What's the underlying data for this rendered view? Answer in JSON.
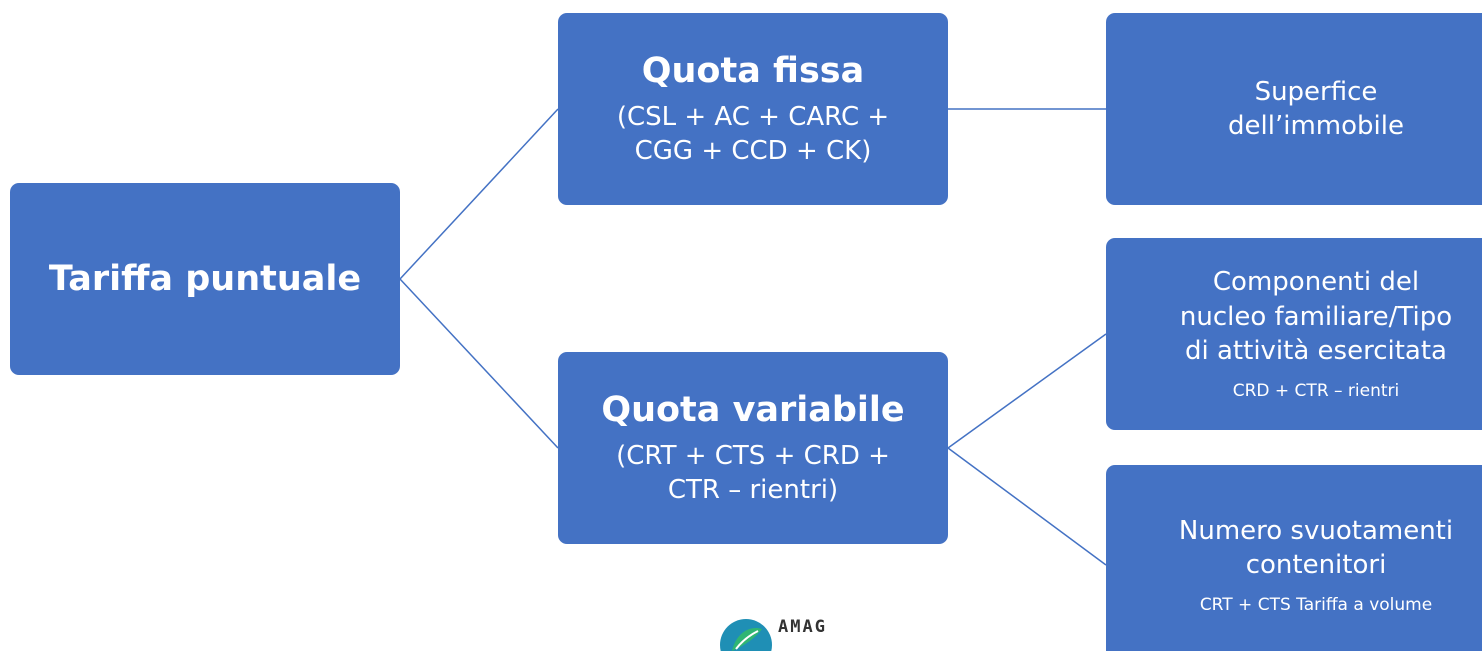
{
  "root": {
    "label": "Tariffa puntuale"
  },
  "fixed_quota": {
    "title": "Quota fissa",
    "formula": "(CSL + AC + CARC +\nCGG + CCD + CK)"
  },
  "variable_quota": {
    "title": "Quota variabile",
    "formula": "(CRT + CTS + CRD +\nCTR – rientri)"
  },
  "leaves": {
    "surface": {
      "main": "Superfice\ndell’immobile"
    },
    "household": {
      "main": "Componenti del\nnucleo familiare/Tipo\ndi attività esercitata",
      "note": "CRD + CTR – rientri"
    },
    "emptying": {
      "main": "Numero svuotamenti\ncontenitori",
      "note": "CRT + CTS Tariffa a volume"
    }
  },
  "logo": {
    "text": "AMAG"
  },
  "colors": {
    "box_fill": "#4472c4",
    "connector": "#4472c4",
    "text": "#ffffff"
  }
}
